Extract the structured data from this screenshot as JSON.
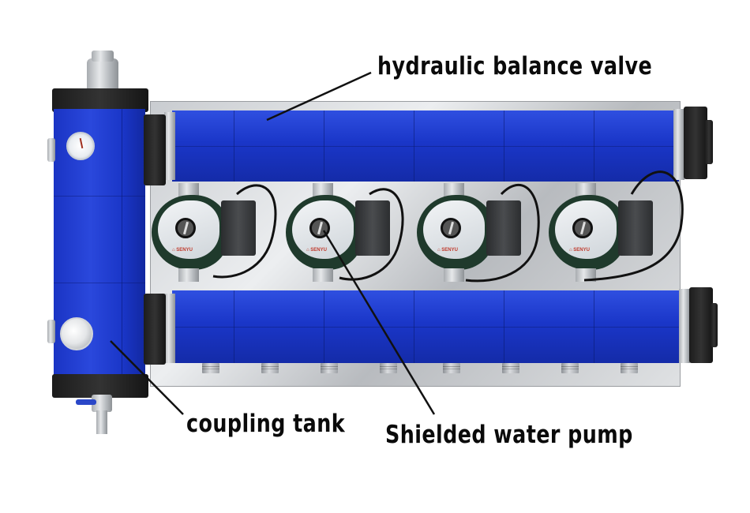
{
  "image": {
    "description": "Annotated product photo of a blue hydraulic distribution manifold with four circulation pumps",
    "background": "#ffffff"
  },
  "labels": {
    "balance_valve": "hydraulic balance valve",
    "coupling_tank": "coupling tank",
    "water_pump": "Shielded water pump"
  },
  "pumps": [
    {
      "brand": "⌂ SENYU"
    },
    {
      "brand": "⌂ SENYU"
    },
    {
      "brand": "⌂ SENYU"
    },
    {
      "brand": "⌂ SENYU"
    }
  ],
  "colors": {
    "manifold_blue": "#1a36c8",
    "cap_black": "#1c1c1c",
    "pump_green": "#1f3a2c",
    "label_text": "#0a0a0a"
  }
}
